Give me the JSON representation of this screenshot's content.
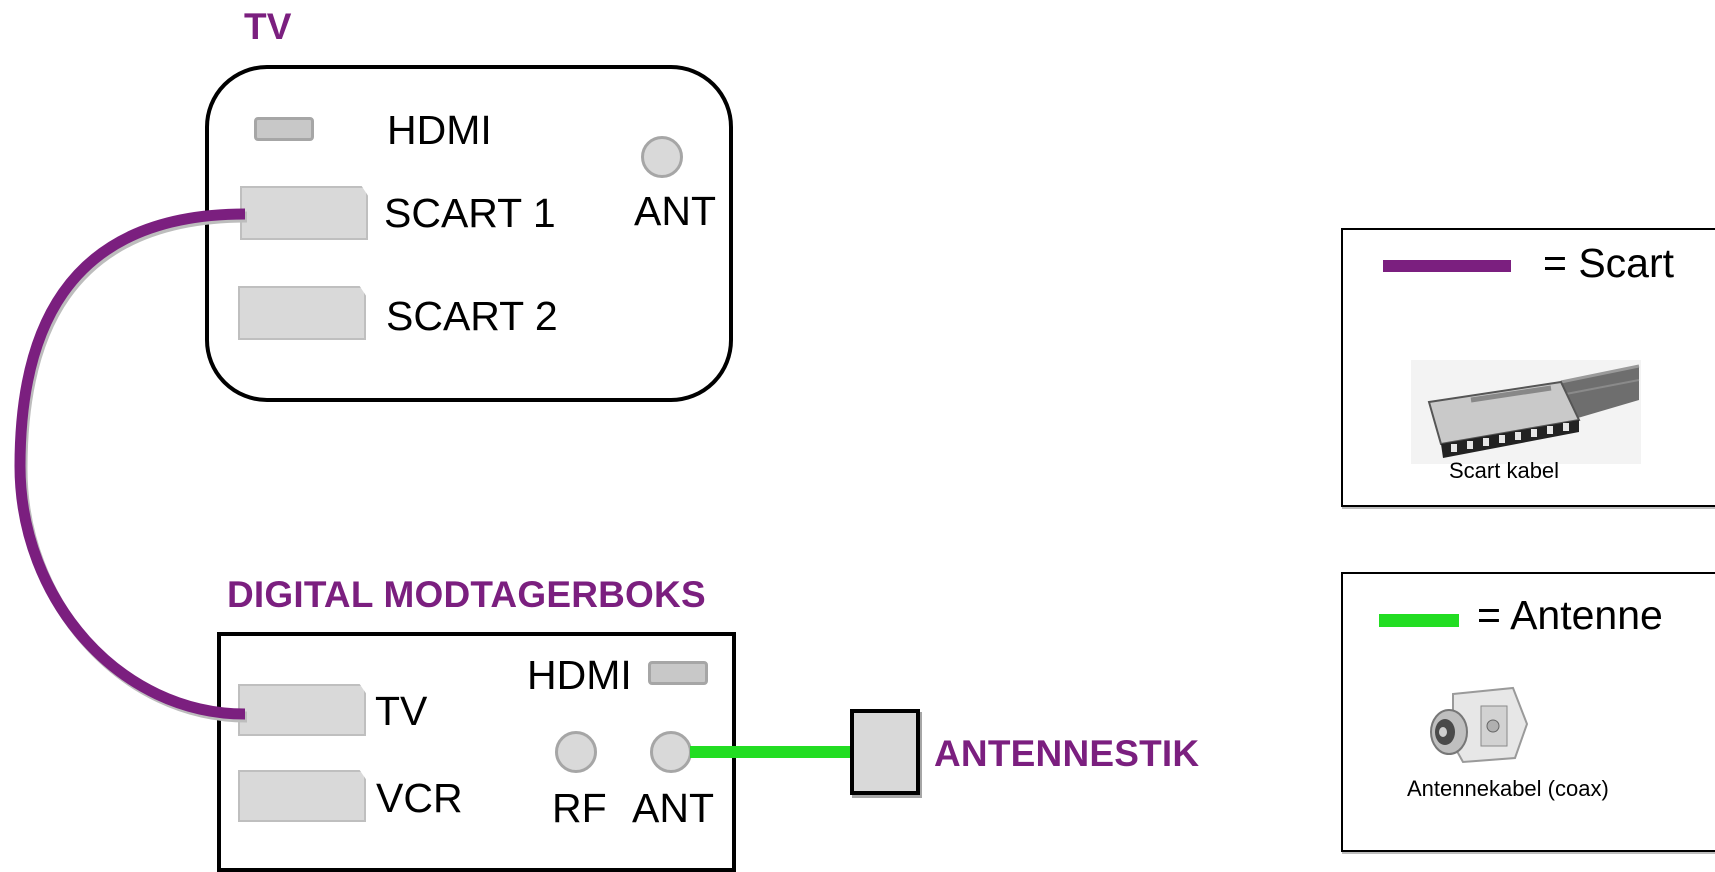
{
  "tv": {
    "title": "TV",
    "hdmi_label": "HDMI",
    "scart1_label": "SCART 1",
    "scart2_label": "SCART 2",
    "ant_label": "ANT"
  },
  "receiver": {
    "title": "DIGITAL MODTAGERBOKS",
    "hdmi_label": "HDMI",
    "tv_label": "TV",
    "vcr_label": "VCR",
    "rf_label": "RF",
    "ant_label": "ANT"
  },
  "wall_socket": {
    "label": "ANTENNESTIK"
  },
  "legend": {
    "scart": {
      "label": "= Scart",
      "caption": "Scart kabel",
      "color": "#7b1f7f"
    },
    "antenna": {
      "label": "= Antenne",
      "caption": "Antennekabel (coax)",
      "color": "#22dd22"
    }
  },
  "colors": {
    "title": "#7b1f7f",
    "scart_cable": "#7b1f7f",
    "antenna_cable": "#22dd22",
    "port_fill": "#d9d9d9",
    "port_border": "#a6a6a6"
  },
  "icons": [
    "scart-cable-photo",
    "coax-plug-photo"
  ]
}
